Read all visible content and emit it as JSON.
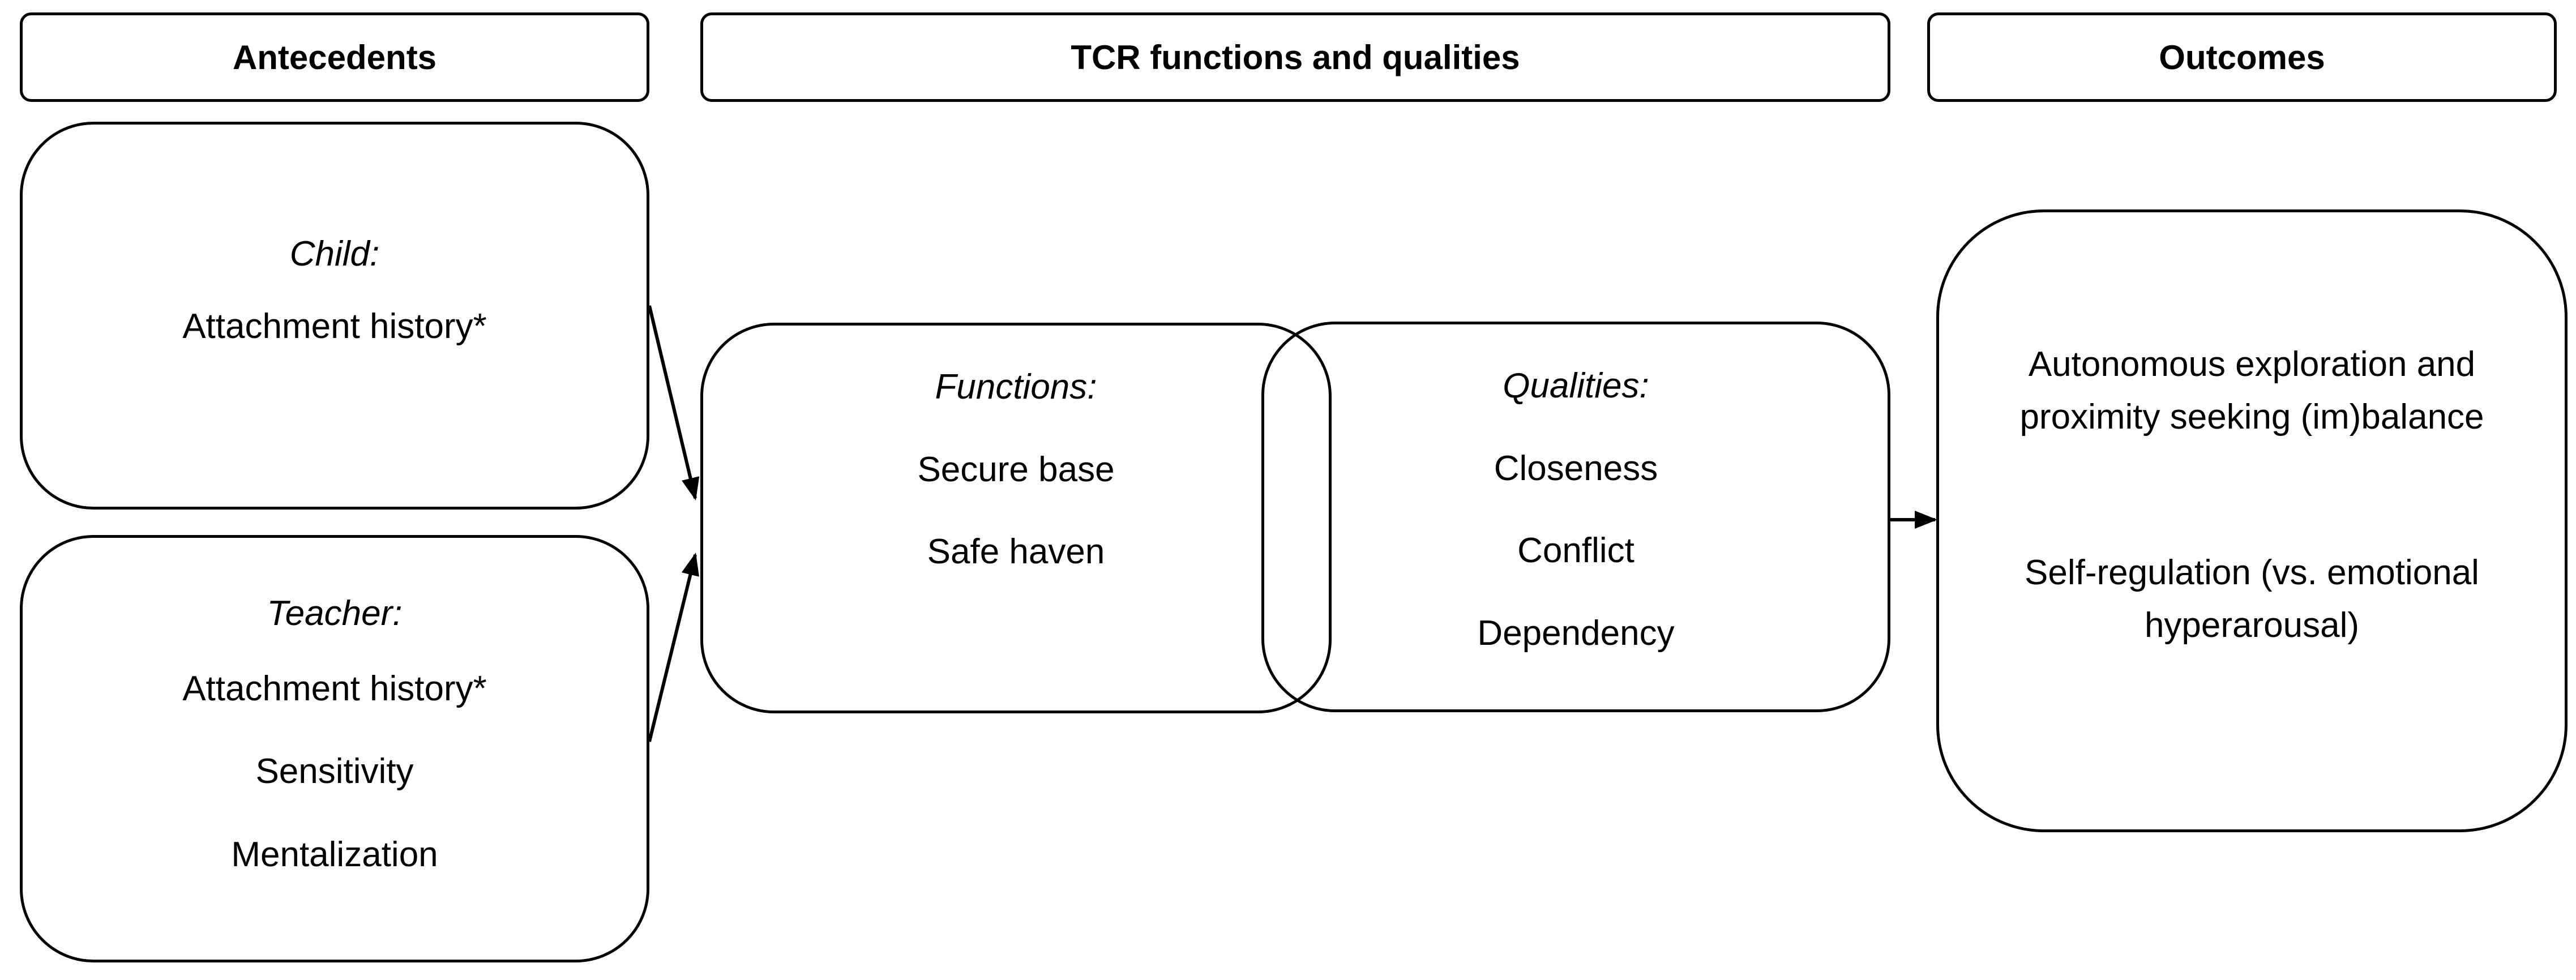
{
  "headers": {
    "antecedents": "Antecedents",
    "tcr": "TCR functions and qualities",
    "outcomes": "Outcomes"
  },
  "child": {
    "title": "Child:",
    "items": [
      "Attachment history*"
    ]
  },
  "teacher": {
    "title": "Teacher:",
    "items": [
      "Attachment history*",
      "Sensitivity",
      "Mentalization"
    ]
  },
  "functions": {
    "title": "Functions:",
    "items": [
      "Secure base",
      "Safe haven"
    ]
  },
  "qualities": {
    "title": "Qualities:",
    "items": [
      "Closeness",
      "Conflict",
      "Dependency"
    ]
  },
  "outcomes_box": {
    "line1": "Autonomous exploration and",
    "line2": "proximity seeking (im)balance",
    "line3": "Self-regulation (vs. emotional",
    "line4": "hyperarousal)"
  }
}
